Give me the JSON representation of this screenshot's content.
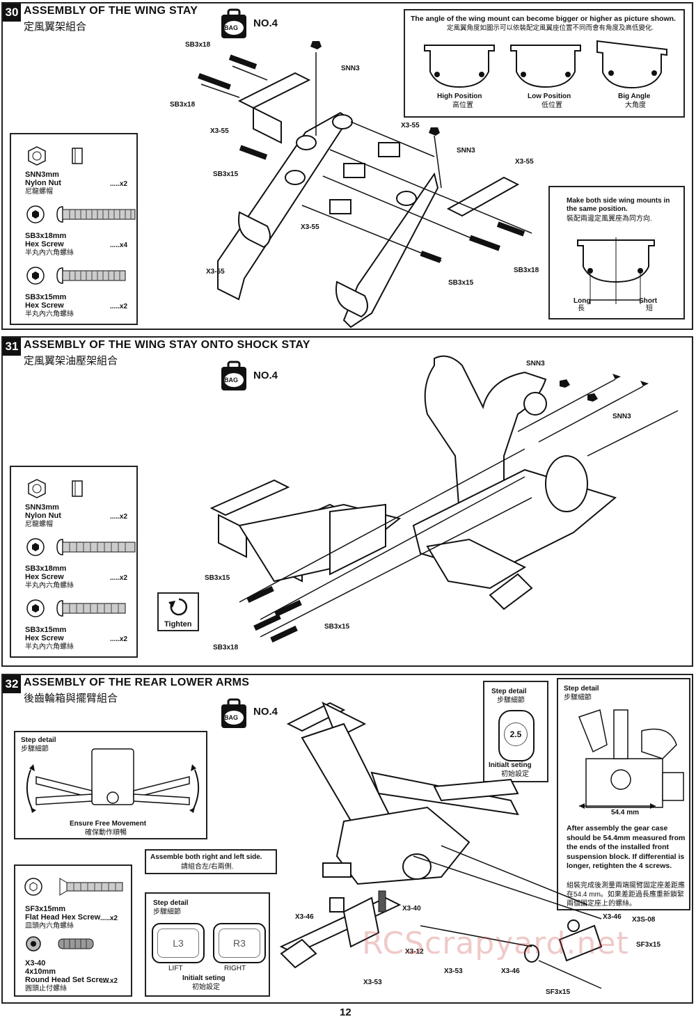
{
  "page_number": "12",
  "watermark": "RCScrapyard.net",
  "bag_text": "BAG",
  "step30": {
    "number": "30",
    "title": "ASSEMBLY OF THE WING STAY",
    "title_cn": "定風翼架組合",
    "bag": "NO.4",
    "labels": {
      "sb3x18_a": "SB3x18",
      "sb3x18_b": "SB3x18",
      "sb3x18_c": "SB3x18",
      "snn3_a": "SNN3",
      "snn3_b": "SNN3",
      "x355_a": "X3-55",
      "x355_b": "X3-55",
      "x355_c": "X3-55",
      "x355_d": "X3-55",
      "x355_e": "X3-55",
      "sb3x15_a": "SB3x15",
      "sb3x15_b": "SB3x15"
    },
    "angle_box": {
      "text": "The angle of the wing mount can become bigger or higher as picture shown.",
      "text_cn": "定風翼角度如圖示可以依裝配定風翼座位置不同而會有角度及高低變化.",
      "positions": [
        {
          "name": "High Position",
          "cn": "高位置"
        },
        {
          "name": "Low Position",
          "cn": "低位置"
        },
        {
          "name": "Big Angle",
          "cn": "大角度"
        }
      ]
    },
    "same_box": {
      "text": "Make both side wing mounts in the same position.",
      "text_cn": "裝配兩邊定風翼座為同方向.",
      "long": "Long",
      "long_cn": "長",
      "short": "Short",
      "short_cn": "短"
    },
    "parts": [
      {
        "name": "SNN3mm",
        "desc": "Nylon Nut",
        "cn": "尼龍螺帽",
        "qty": ".....x2"
      },
      {
        "name": "SB3x18mm",
        "desc": "Hex Screw",
        "cn": "半丸內六角螺絲",
        "qty": ".....x4"
      },
      {
        "name": "SB3x15mm",
        "desc": "Hex Screw",
        "cn": "半丸內六角螺絲",
        "qty": ".....x2"
      }
    ]
  },
  "step31": {
    "number": "31",
    "title": "ASSEMBLY OF THE WING STAY ONTO SHOCK STAY",
    "title_cn": "定風翼架油壓架組合",
    "bag": "NO.4",
    "labels": {
      "snn3_a": "SNN3",
      "snn3_b": "SNN3",
      "sb3x15_a": "SB3x15",
      "sb3x15_b": "SB3x15",
      "sb3x18": "SB3x18",
      "tighten": "Tighten"
    },
    "parts": [
      {
        "name": "SNN3mm",
        "desc": "Nylon Nut",
        "cn": "尼龍螺帽",
        "qty": ".....x2"
      },
      {
        "name": "SB3x18mm",
        "desc": "Hex Screw",
        "cn": "半丸內六角螺絲",
        "qty": ".....x2"
      },
      {
        "name": "SB3x15mm",
        "desc": "Hex Screw",
        "cn": "半丸內六角螺絲",
        "qty": ".....x2"
      }
    ]
  },
  "step32": {
    "number": "32",
    "title": "ASSEMBLY OF THE REAR LOWER ARMS",
    "title_cn": "後齒輪箱與擺臂組合",
    "bag": "NO.4",
    "step_detail": "Step detail",
    "step_detail_cn": "步驟細節",
    "ensure": "Ensure Free Movement",
    "ensure_cn": "確保動作順暢",
    "assemble": "Assemble both right and left side.",
    "assemble_cn": "請組合左/右兩側.",
    "lr": {
      "l": "L3",
      "r": "R3",
      "lift": "LIFT",
      "right": "RIGHT",
      "initial": "Initialt seting",
      "initial_cn": "初始設定"
    },
    "initial": {
      "value": "2.5",
      "text": "Initialt seting",
      "cn": "初始設定"
    },
    "gear": {
      "dim": "54.4 mm",
      "text": "After assembly the gear case should be 54.4mm measured from the ends of the installed front suspension block. If differential is longer, retighten the 4 screws.",
      "text_cn": "組裝完成後測量兩端擺臂固定座差距應在54.4 mm。如果差距過長應重新鎖緊兩個固定座上的螺絲。"
    },
    "labels": {
      "x346_a": "X3-46",
      "x346_b": "X3-46",
      "x346_c": "X3-46",
      "x340": "X3-40",
      "x312": "X3-12",
      "x353_a": "X3-53",
      "x353_b": "X3-53",
      "x3s08": "X3S-08",
      "sf3x15_a": "SF3x15",
      "sf3x15_b": "SF3x15"
    },
    "parts": [
      {
        "name": "SF3x15mm",
        "desc": "Flat Head Hex Screw",
        "cn": "皿頭內六角螺絲",
        "qty": ".....x2"
      },
      {
        "name": "X3-40",
        "desc": "4x10mm",
        "desc2": "Round Head Set Screw",
        "cn": "圓頭止付螺絲",
        "qty": ".....x2"
      }
    ]
  }
}
